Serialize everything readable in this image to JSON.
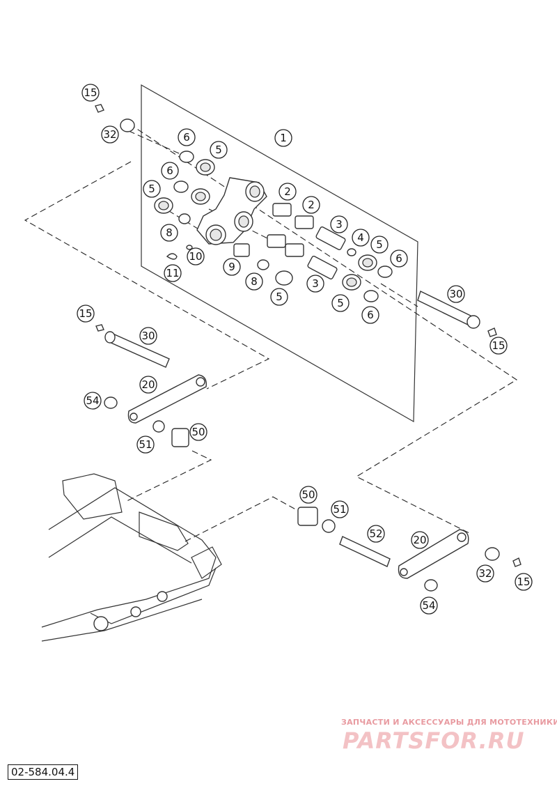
{
  "diagram_code": "02-584.04.4",
  "watermark": {
    "tagline": "ЗАПЧАСТИ И АКСЕССУАРЫ ДЛЯ МОТОТЕХНИКИ",
    "logo": "PARTSFOR.RU"
  },
  "callouts": [
    {
      "id": "c15a",
      "label": "15"
    },
    {
      "id": "c32a",
      "label": "32"
    },
    {
      "id": "c1",
      "label": "1"
    },
    {
      "id": "c6a",
      "label": "6"
    },
    {
      "id": "c5a",
      "label": "5"
    },
    {
      "id": "c6b",
      "label": "6"
    },
    {
      "id": "c5b",
      "label": "5"
    },
    {
      "id": "c2a",
      "label": "2"
    },
    {
      "id": "c2b",
      "label": "2"
    },
    {
      "id": "c3a",
      "label": "3"
    },
    {
      "id": "c4",
      "label": "4"
    },
    {
      "id": "c5c",
      "label": "5"
    },
    {
      "id": "c6c",
      "label": "6"
    },
    {
      "id": "c8a",
      "label": "8"
    },
    {
      "id": "c10",
      "label": "10"
    },
    {
      "id": "c11",
      "label": "11"
    },
    {
      "id": "c9",
      "label": "9"
    },
    {
      "id": "c8b",
      "label": "8"
    },
    {
      "id": "c5d",
      "label": "5"
    },
    {
      "id": "c3b",
      "label": "3"
    },
    {
      "id": "c5e",
      "label": "5"
    },
    {
      "id": "c6d",
      "label": "6"
    },
    {
      "id": "c30a",
      "label": "30"
    },
    {
      "id": "c15b",
      "label": "15"
    },
    {
      "id": "c15c",
      "label": "15"
    },
    {
      "id": "c30b",
      "label": "30"
    },
    {
      "id": "c20a",
      "label": "20"
    },
    {
      "id": "c54a",
      "label": "54"
    },
    {
      "id": "c51a",
      "label": "51"
    },
    {
      "id": "c50a",
      "label": "50"
    },
    {
      "id": "c50b",
      "label": "50"
    },
    {
      "id": "c51b",
      "label": "51"
    },
    {
      "id": "c52",
      "label": "52"
    },
    {
      "id": "c20b",
      "label": "20"
    },
    {
      "id": "c32b",
      "label": "32"
    },
    {
      "id": "c15d",
      "label": "15"
    },
    {
      "id": "c54b",
      "label": "54"
    }
  ]
}
